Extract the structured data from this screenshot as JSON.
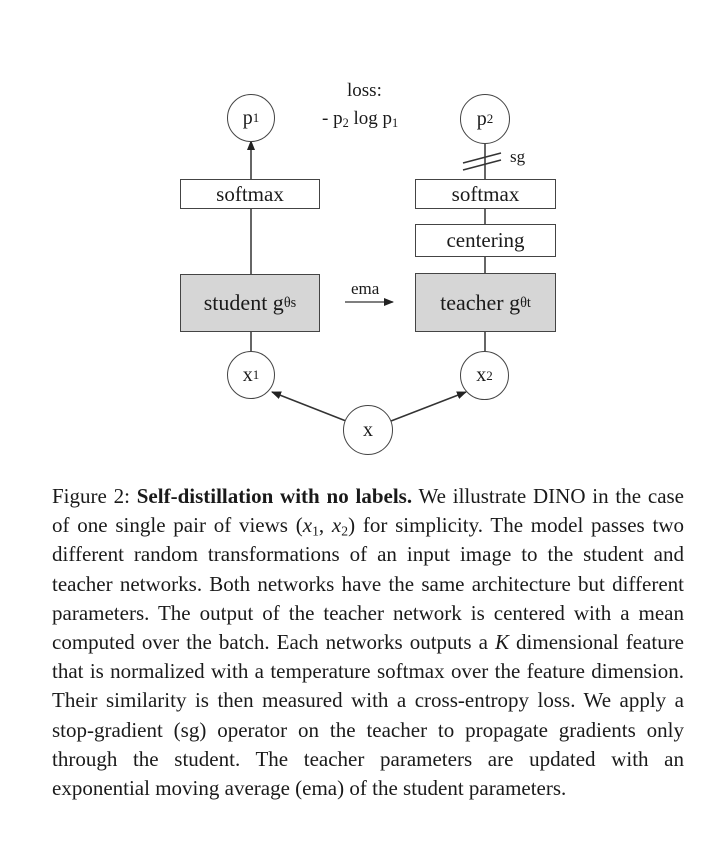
{
  "diagram": {
    "loss_title": "loss:",
    "loss_formula": {
      "prefix": "- p",
      "sub1": "2",
      "mid": " log p",
      "sub2": "1"
    },
    "student": {
      "p_label": "p",
      "p_sub": "1",
      "softmax": "softmax",
      "network_label": "student g",
      "network_sub": "θs",
      "input_label": "x",
      "input_sub": "1"
    },
    "teacher": {
      "p_label": "p",
      "p_sub": "2",
      "sg_label": "sg",
      "softmax": "softmax",
      "centering": "centering",
      "network_label": "teacher g",
      "network_sub": "θt",
      "input_label": "x",
      "input_sub": "2"
    },
    "ema_label": "ema",
    "image_label": "x"
  },
  "caption": {
    "figure_number": "Figure 2:",
    "bold_title": "Self-distillation with no labels.",
    "seg1": "We illustrate DINO in the case of one single pair of views (",
    "x1": "x",
    "x1_sub": "1",
    "sep": ", ",
    "x2": "x",
    "x2_sub": "2",
    "seg2": ") for simplicity. The model passes two different random transformations of an input image to the student and teacher networks. Both networks have the same architecture but different parameters. The output of the teacher network is centered with a mean computed over the batch. Each networks outputs a ",
    "k": "K",
    "seg3": " dimensional feature that is normalized with a temperature softmax over the feature dimension. Their similarity is then measured with a cross-entropy loss. We apply a stop-gradient (sg) operator on the teacher to propagate gradients only through the student. The teacher parameters are updated with an exponential moving average (ema) of the student parameters."
  }
}
